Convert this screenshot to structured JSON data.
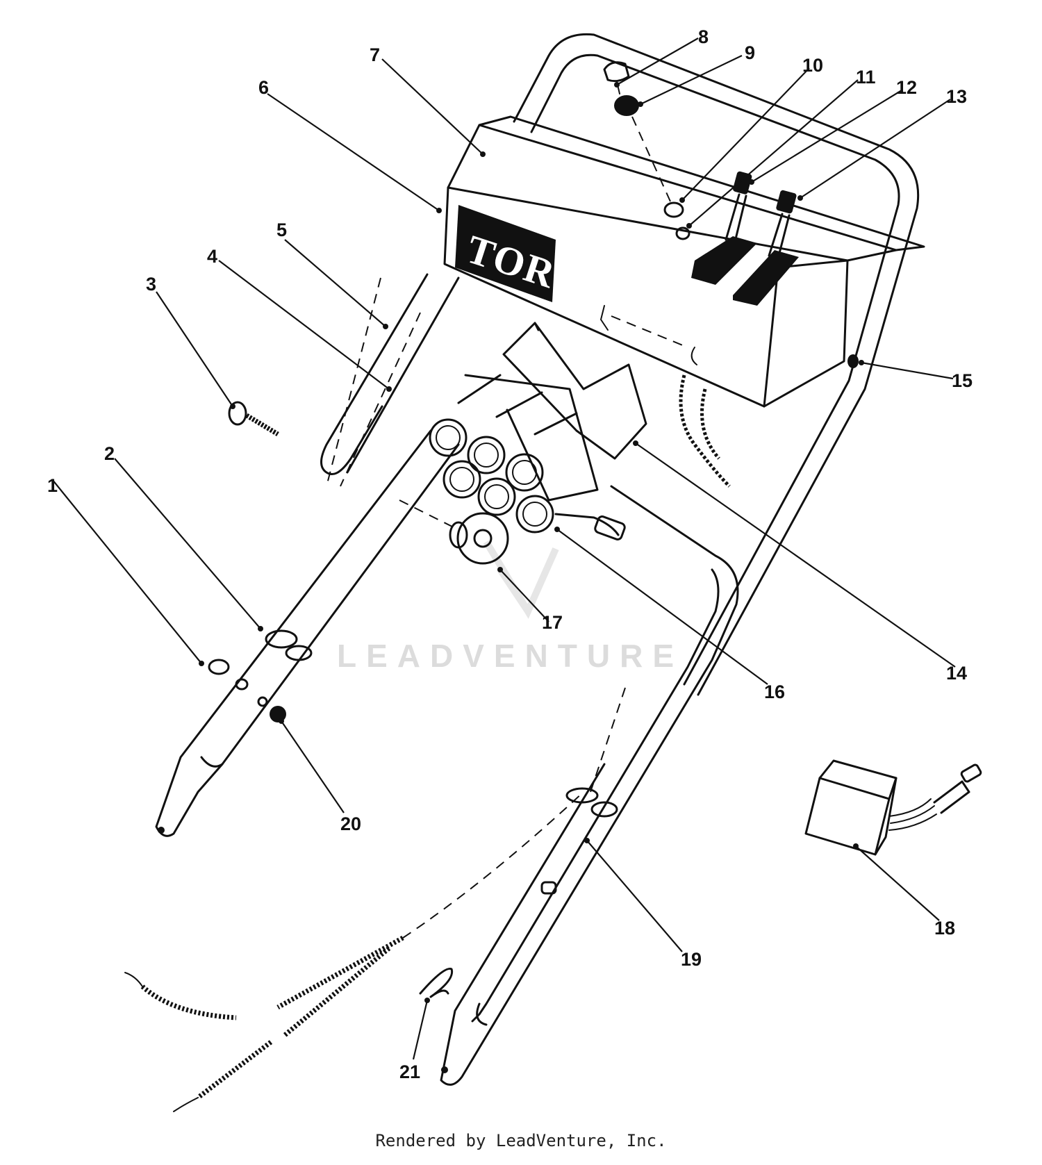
{
  "callouts": {
    "c1": "1",
    "c2": "2",
    "c3": "3",
    "c4": "4",
    "c5": "5",
    "c6": "6",
    "c7": "7",
    "c8": "8",
    "c9": "9",
    "c10": "10",
    "c11": "11",
    "c12": "12",
    "c13": "13",
    "c14": "14",
    "c15": "15",
    "c16": "16",
    "c17": "17",
    "c18": "18",
    "c19": "19",
    "c20": "20",
    "c21": "21"
  },
  "brand_logo": "TORO",
  "watermark": "LEADVENTURE",
  "footer": "Rendered by LeadVenture, Inc."
}
